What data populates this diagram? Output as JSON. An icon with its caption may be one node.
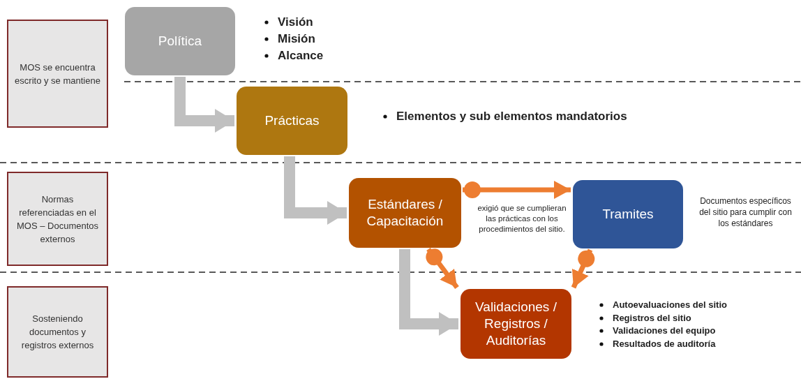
{
  "diagram": {
    "nodes": [
      {
        "text": [
          "MOS se encuentra escrito y se mantiene"
        ]
      },
      {
        "text": [
          "Normas referenciadas en el MOS – Documentos externos"
        ]
      },
      {
        "text": [
          "Sosteniendo documentos y registros externos"
        ]
      },
      {
        "text": [
          "Política"
        ]
      },
      {
        "text": [
          "Prácticas"
        ]
      },
      {
        "text": [
          "Estándares / Capacitación"
        ]
      },
      {
        "text": [
          "Tramites"
        ],
        "beside": [
          "Documentos específicos del sitio para cumplir con los estándares"
        ]
      },
      {
        "text": [
          "Validaciones / Registros / Auditorías"
        ]
      }
    ],
    "edges": [
      {
        "from": 3,
        "to": 4,
        "arrow": "to",
        "style": "thick",
        "color": "#c0c0c0"
      },
      {
        "from": 4,
        "to": 5,
        "arrow": "to",
        "style": "thick",
        "color": "#c0c0c0"
      },
      {
        "from": 5,
        "to": 7,
        "arrow": "to",
        "style": "thick",
        "color": "#c0c0c0"
      },
      {
        "from": 5,
        "to": 6,
        "arrow": "to",
        "label": "exigió que se cumplieran las prácticas con los procedimientos del sitio.",
        "color": "#ed7d31"
      },
      {
        "from": 5,
        "to": 7,
        "arrow": "to",
        "color": "#ed7d31"
      },
      {
        "from": 6,
        "to": 7,
        "arrow": "to",
        "color": "#ed7d31"
      }
    ],
    "labels": [
      "Visión",
      "Misión",
      "Alcance",
      "Elementos y sub elementos mandatorios",
      "Autoevaluaciones del sitio",
      "Registros del sitio",
      "Validaciones del equipo",
      "Resultados de auditoría"
    ]
  }
}
